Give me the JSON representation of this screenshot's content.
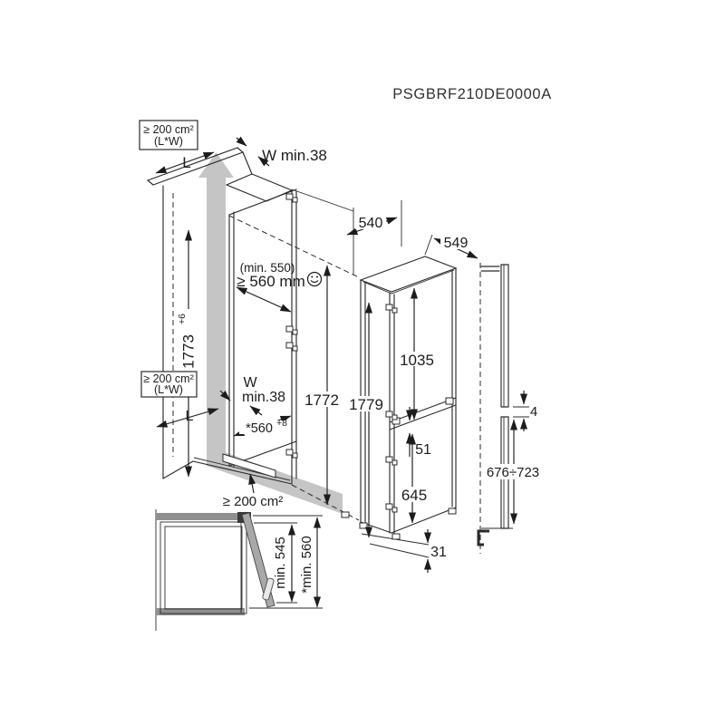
{
  "title": "PSGBRF210DE0000A",
  "colors": {
    "line": "#2b2b2b",
    "text": "#1c1c1c",
    "airflow_gray": "#c5c5c5",
    "panel_band_gray": "#8f8f8f",
    "door_gray": "#a8a8a8"
  },
  "icons": {
    "airflow": "upward-airflow-arrow",
    "approval": "smiley-face"
  },
  "niche": {
    "top_vent": {
      "line1": "≥ 200 cm²",
      "line2": "(L*W)"
    },
    "top_depth_label": "L",
    "top_gap_label": "W min.38",
    "height_value": "1773",
    "height_tolerance": "+6",
    "depth_note": "(min. 550)",
    "depth_required": "≥ 560 mm",
    "mid_vent": {
      "line1": "≥ 200 cm²",
      "line2": "(L*W)"
    },
    "gap_letter": "W",
    "gap_value": "min.38",
    "base_depth_label": "L",
    "base_depth_value": "*560",
    "base_depth_tolerance": "+8",
    "inner_height": "1772",
    "base_vent": "≥ 200 cm²"
  },
  "appliance": {
    "width": "540",
    "depth": "549",
    "height": "1779",
    "upper_door_height": "1035",
    "mid_gap": "51",
    "lower_door_height": "645",
    "floor_gap": "31"
  },
  "panels": {
    "gap": "4",
    "lower_panel_height": "676÷723"
  },
  "plan": {
    "depth_min": "min. 545",
    "depth_with_wall": "*min. 560"
  }
}
